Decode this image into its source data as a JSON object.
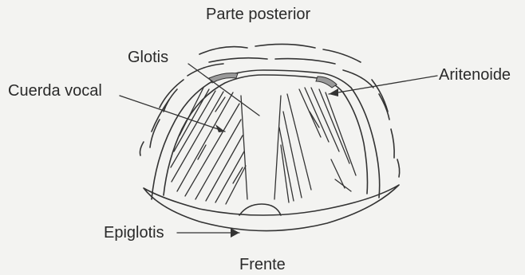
{
  "diagram": {
    "labels": {
      "top": "Parte posterior",
      "glottis": "Glotis",
      "vocal_cord": "Cuerda vocal",
      "arytenoid": "Aritenoide",
      "epiglottis": "Epiglotis",
      "bottom": "Frente"
    }
  },
  "colors": {
    "background": "#f3f3f1",
    "ink": "#333333",
    "arytenoid_shade": "#9a9a9a"
  }
}
